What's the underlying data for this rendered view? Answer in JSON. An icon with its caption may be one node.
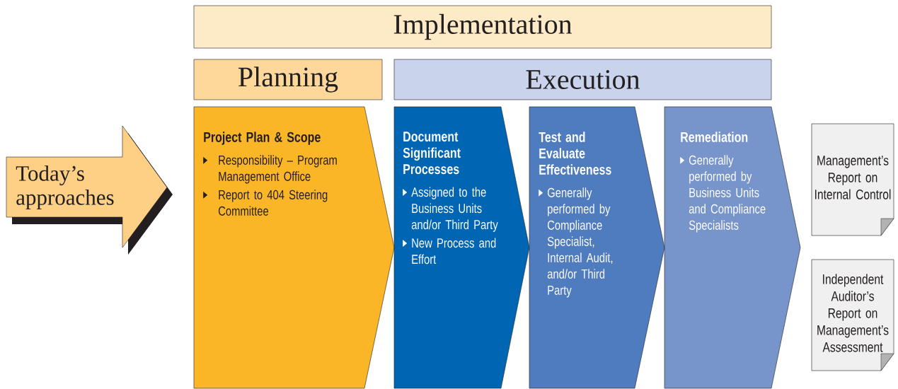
{
  "diagram": {
    "nodes": [
      {
        "text": [
          "Implementation"
        ]
      },
      {
        "text": [
          "Planning"
        ]
      },
      {
        "text": [
          "Execution"
        ]
      },
      {
        "text": [
          "Today’s approaches"
        ]
      },
      {
        "text": [
          "Project Plan & Scope",
          "Responsibility – Program Management Office",
          "Report to 404 Steering Committee"
        ]
      },
      {
        "text": [
          "Document Significant Processes",
          "Assigned to the Business Units and/or Third Party",
          "New Process and Effort"
        ]
      },
      {
        "text": [
          "Test and Evaluate Effectiveness",
          "Generally performed by Compliance Specialist, Internal Audit, and/or Third Party"
        ]
      },
      {
        "text": [
          "Remediation",
          "Generally performed by Business Units and Compliance Specialists"
        ]
      },
      {
        "text": [
          "Management’s Report on Internal Control"
        ]
      },
      {
        "text": [
          "Independent Auditor’s Report on Management’s Assessment"
        ]
      }
    ]
  }
}
